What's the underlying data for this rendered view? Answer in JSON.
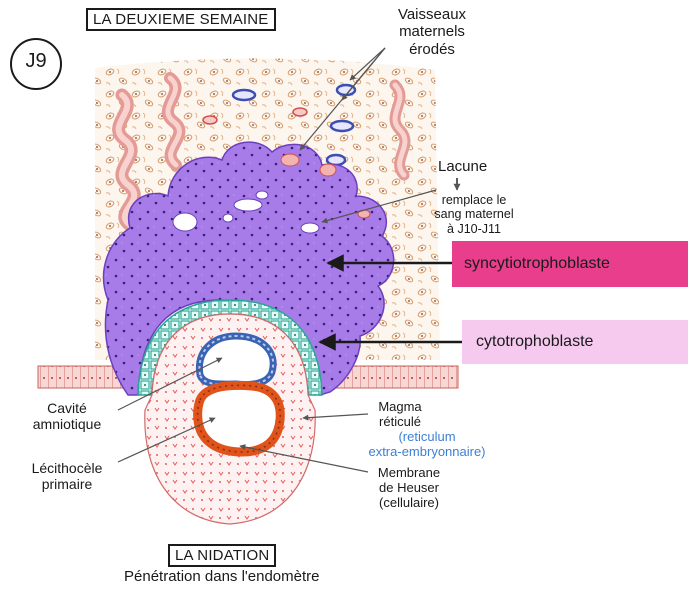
{
  "title": "LA DEUXIEME SEMAINE",
  "day_badge": "J9",
  "labels": {
    "vaisseaux": [
      "Vaisseaux",
      "maternels",
      "érodés"
    ],
    "lacune": "Lacune",
    "lacune_note": [
      "remplace le",
      "sang maternel",
      "à J10-J11"
    ],
    "syncytio": "syncytiotrophoblaste",
    "cyto": "cytotrophoblaste",
    "cavite": [
      "Cavité",
      "amniotique"
    ],
    "lecithocele": [
      "Lécithocèle",
      "primaire"
    ],
    "magma": [
      "Magma",
      "réticulé"
    ],
    "reticulum": [
      "(reticulum",
      "extra-embryonnaire)"
    ],
    "membrane": [
      "Membrane",
      "de Heuser",
      "(cellulaire)"
    ]
  },
  "footer": {
    "title": "LA NIDATION",
    "subtitle": "Pénétration dans l'endomètre"
  },
  "colors": {
    "syncytio_band": "#e83e8c",
    "cyto_band": "#f6c9ef",
    "syncytio_fill": "#a77ce8",
    "cyto_ring": "#33b5a5",
    "amnion": "#3a63b3",
    "heuser": "#e0531a",
    "reticulum_text": "#3d7fd6",
    "endometrium": "#e8b88a"
  }
}
